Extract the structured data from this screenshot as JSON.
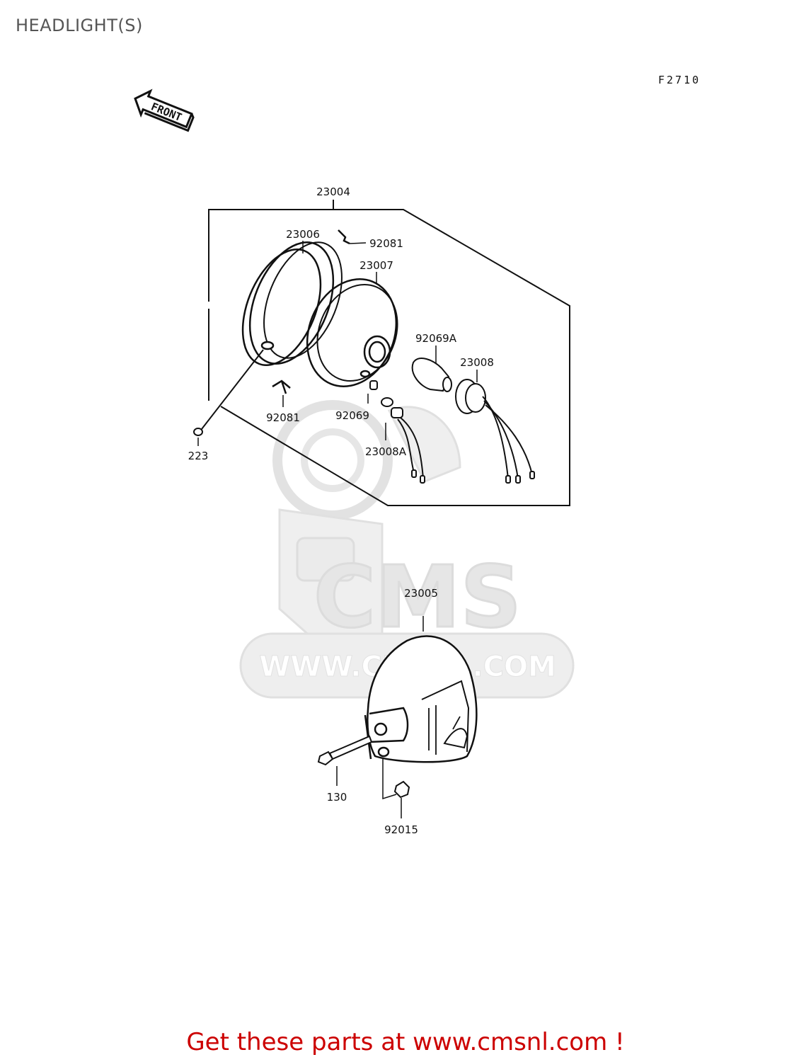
{
  "page": {
    "title": "HEADLIGHT(S)",
    "figure_code": "F2710"
  },
  "front_arrow": {
    "label": "FRONT"
  },
  "watermark": {
    "logo_text": "CMS",
    "url": "WWW.CMSNL.COM"
  },
  "parts": {
    "p23004": "23004",
    "p23006": "23006",
    "p92081_top": "92081",
    "p23007": "23007",
    "p92069A": "92069A",
    "p23008": "23008",
    "p92081_bottom": "92081",
    "p92069": "92069",
    "p23008A": "23008A",
    "p223": "223",
    "p23005": "23005",
    "p130": "130",
    "p92015": "92015"
  },
  "footer": {
    "text": "Get these parts at www.cmsnl.com !",
    "color": "#cc0000"
  }
}
